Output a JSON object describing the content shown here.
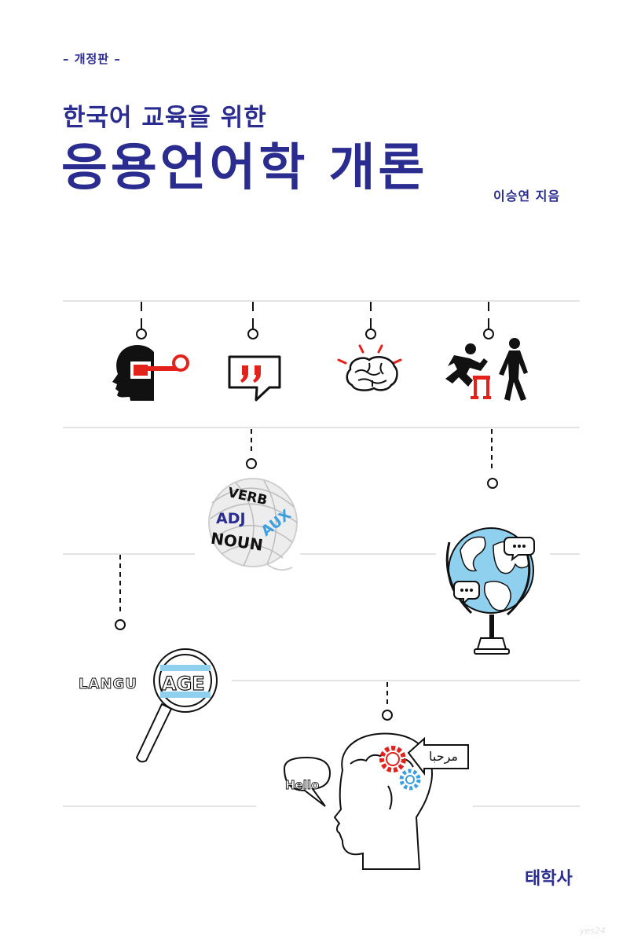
{
  "cover": {
    "edition": "– 개정판 –",
    "subtitle": "한국어 교육을 위한",
    "title": "응용언어학 개론",
    "author": "이승연 지음",
    "publisher": "태학사",
    "watermark": "yes24"
  },
  "illustrations": {
    "yarn_words": [
      "VERB",
      "ADJ",
      "AUX",
      "NOUN"
    ],
    "magnifier_word_outside": "LANGU",
    "magnifier_word_inside": "AGE",
    "speech_bubble": "Hello",
    "arrow_bubble": "مرحبا"
  },
  "colors": {
    "title": "#2a2d8f",
    "accent_red": "#e2221b",
    "accent_blue": "#7cc8ea",
    "line_gray": "#c8c8c8"
  }
}
